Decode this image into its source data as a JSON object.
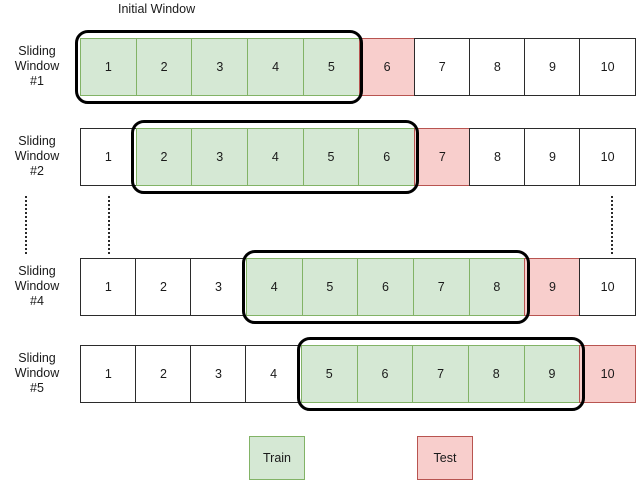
{
  "diagram": {
    "caption": {
      "text": "Initial Window"
    },
    "cell_count": 10,
    "rows": [
      {
        "label_lines": [
          "Sliding",
          "Window",
          "#1"
        ],
        "cells": [
          {
            "value": "1",
            "kind": "train"
          },
          {
            "value": "2",
            "kind": "train"
          },
          {
            "value": "3",
            "kind": "train"
          },
          {
            "value": "4",
            "kind": "train"
          },
          {
            "value": "5",
            "kind": "train"
          },
          {
            "value": "6",
            "kind": "test"
          },
          {
            "value": "7",
            "kind": "white"
          },
          {
            "value": "8",
            "kind": "white"
          },
          {
            "value": "9",
            "kind": "white"
          },
          {
            "value": "10",
            "kind": "white"
          }
        ],
        "train_start": 1,
        "train_end": 5,
        "test_index": 6
      },
      {
        "label_lines": [
          "Sliding",
          "Window",
          "#2"
        ],
        "cells": [
          {
            "value": "1",
            "kind": "white"
          },
          {
            "value": "2",
            "kind": "train"
          },
          {
            "value": "3",
            "kind": "train"
          },
          {
            "value": "4",
            "kind": "train"
          },
          {
            "value": "5",
            "kind": "train"
          },
          {
            "value": "6",
            "kind": "train"
          },
          {
            "value": "7",
            "kind": "test"
          },
          {
            "value": "8",
            "kind": "white"
          },
          {
            "value": "9",
            "kind": "white"
          },
          {
            "value": "10",
            "kind": "white"
          }
        ],
        "train_start": 2,
        "train_end": 6,
        "test_index": 7
      },
      {
        "label_lines": [
          "Sliding",
          "Window",
          "#4"
        ],
        "cells": [
          {
            "value": "1",
            "kind": "white"
          },
          {
            "value": "2",
            "kind": "white"
          },
          {
            "value": "3",
            "kind": "white"
          },
          {
            "value": "4",
            "kind": "train"
          },
          {
            "value": "5",
            "kind": "train"
          },
          {
            "value": "6",
            "kind": "train"
          },
          {
            "value": "7",
            "kind": "train"
          },
          {
            "value": "8",
            "kind": "train"
          },
          {
            "value": "9",
            "kind": "test"
          },
          {
            "value": "10",
            "kind": "white"
          }
        ],
        "train_start": 4,
        "train_end": 8,
        "test_index": 9
      },
      {
        "label_lines": [
          "Sliding",
          "Window",
          "#5"
        ],
        "cells": [
          {
            "value": "1",
            "kind": "white"
          },
          {
            "value": "2",
            "kind": "white"
          },
          {
            "value": "3",
            "kind": "white"
          },
          {
            "value": "4",
            "kind": "white"
          },
          {
            "value": "5",
            "kind": "train"
          },
          {
            "value": "6",
            "kind": "train"
          },
          {
            "value": "7",
            "kind": "train"
          },
          {
            "value": "8",
            "kind": "train"
          },
          {
            "value": "9",
            "kind": "train"
          },
          {
            "value": "10",
            "kind": "test"
          }
        ],
        "train_start": 5,
        "train_end": 9,
        "test_index": 10
      }
    ],
    "ellipsis_columns": 3,
    "legend": [
      {
        "label": "Train",
        "kind": "train",
        "color": "#d5e8d4",
        "border": "#82b366"
      },
      {
        "label": "Test",
        "kind": "test",
        "color": "#f8cecc",
        "border": "#b85450"
      }
    ]
  }
}
